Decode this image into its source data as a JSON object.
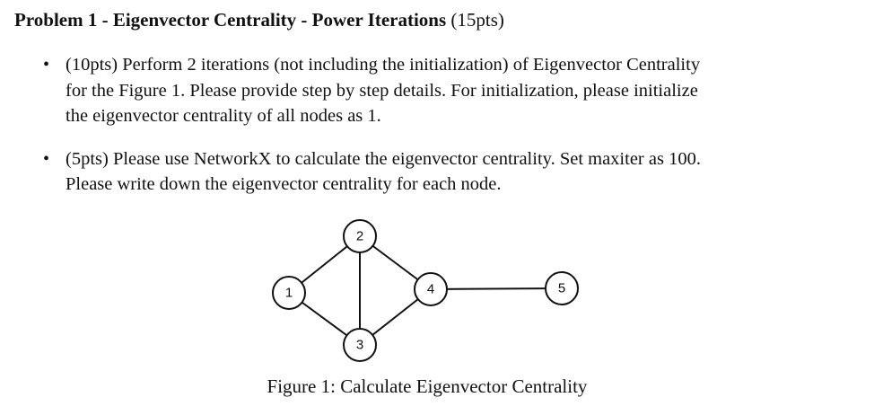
{
  "problem": {
    "title_bold": "Problem 1 - Eigenvector Centrality - Power Iterations",
    "title_points": "(15pts)"
  },
  "bullets": [
    {
      "lines": [
        "(10pts) Perform 2 iterations (not including the initialization) of Eigenvector Centrality",
        "for the Figure 1.  Please provide step by step details.  For initialization, please initialize",
        "the eigenvector centrality of all nodes as 1."
      ]
    },
    {
      "lines": [
        "(5pts) Please use NetworkX to calculate the eigenvector centrality.  Set maxiter as 100.",
        "Please write down the eigenvector centrality for each node."
      ]
    }
  ],
  "figure": {
    "nodes": [
      "1",
      "2",
      "3",
      "4",
      "5"
    ],
    "edges": [
      [
        "1",
        "2"
      ],
      [
        "1",
        "3"
      ],
      [
        "2",
        "3"
      ],
      [
        "2",
        "4"
      ],
      [
        "3",
        "4"
      ],
      [
        "4",
        "5"
      ]
    ],
    "caption": "Figure 1: Calculate Eigenvector Centrality"
  }
}
